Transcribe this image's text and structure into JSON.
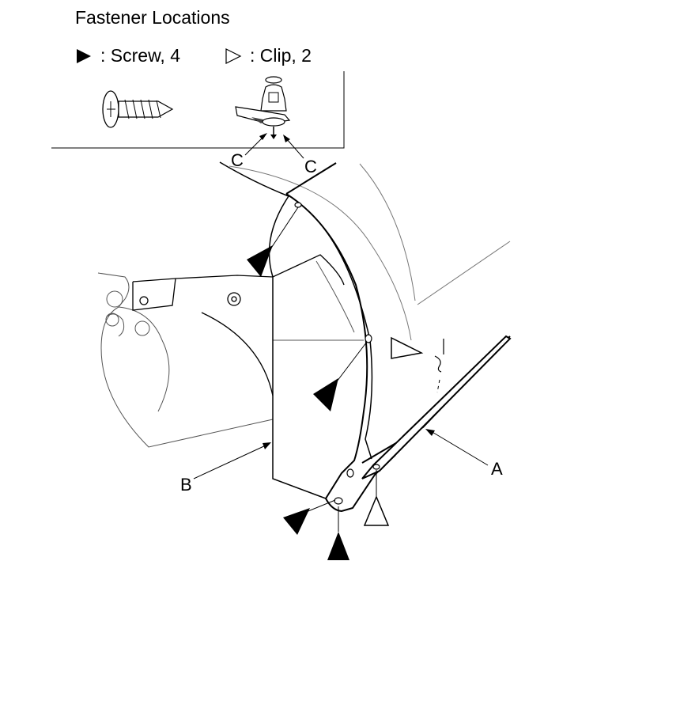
{
  "header": {
    "title": "Fastener Locations"
  },
  "legend": {
    "screw_label": ": Screw, 4",
    "clip_label": ": Clip, 2"
  },
  "callouts": {
    "a": "A",
    "b": "B",
    "c_left": "C",
    "c_right": "C"
  },
  "icons": {
    "screw_symbol": "filled-triangle-icon",
    "clip_symbol": "outline-triangle-icon"
  }
}
